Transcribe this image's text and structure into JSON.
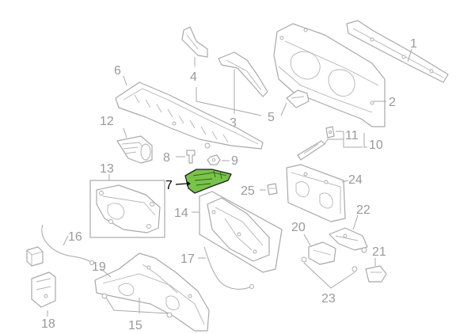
{
  "callouts": {
    "c1": "1",
    "c2": "2",
    "c3": "3",
    "c4": "4",
    "c5": "5",
    "c6": "6",
    "c7": "7",
    "c8": "8",
    "c9": "9",
    "c10": "10",
    "c11": "11",
    "c12": "12",
    "c13": "13",
    "c14": "14",
    "c15": "15",
    "c16": "16",
    "c17": "17",
    "c18": "18",
    "c19": "19",
    "c20": "20",
    "c21": "21",
    "c22": "22",
    "c23": "23",
    "c24": "24",
    "c25": "25"
  },
  "highlight": {
    "part": "7",
    "color": "#79c34a"
  },
  "colors": {
    "line": "#a9a9a9",
    "label": "#9a9a9a",
    "active_label": "#000000"
  }
}
